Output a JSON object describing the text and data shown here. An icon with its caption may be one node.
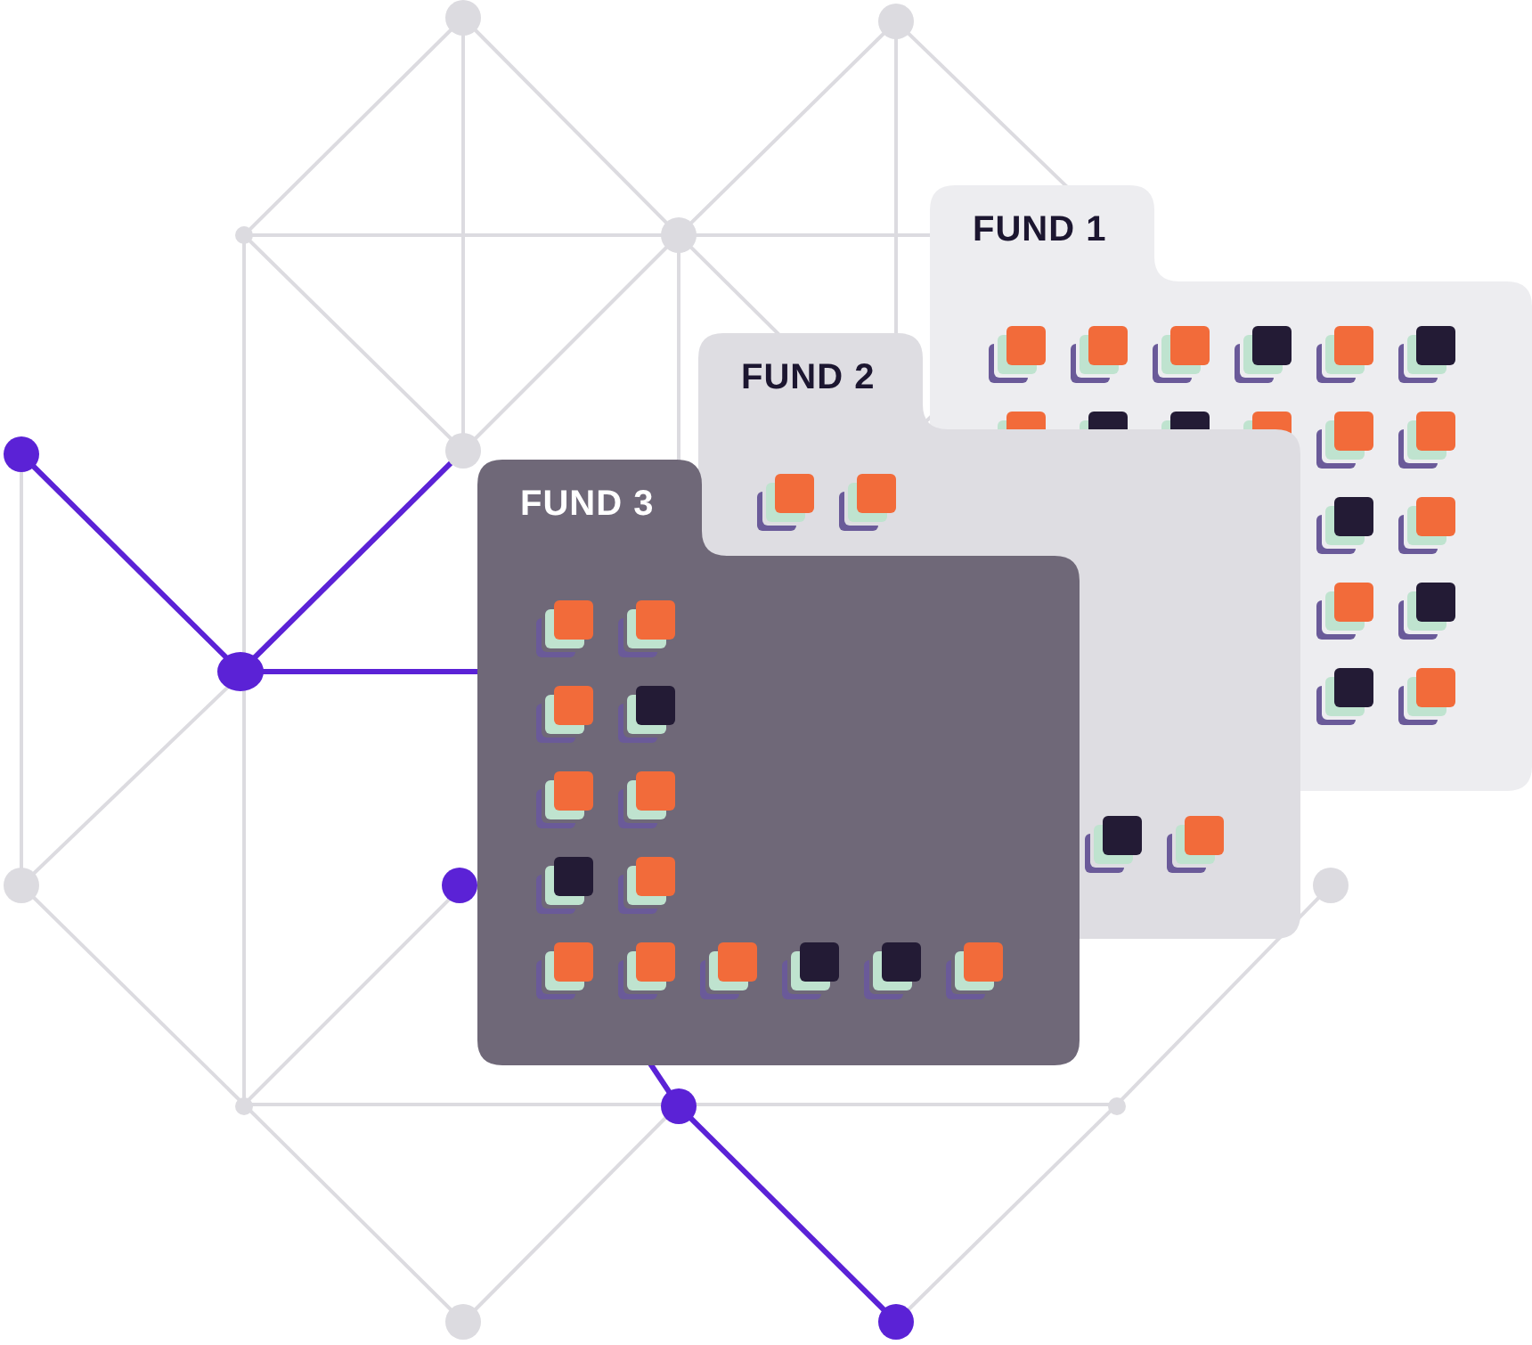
{
  "diagram": {
    "nodes": [
      {
        "text": [
          "FUND 1"
        ]
      },
      {
        "text": [
          "FUND 2"
        ]
      },
      {
        "text": [
          "FUND 3"
        ]
      }
    ]
  }
}
